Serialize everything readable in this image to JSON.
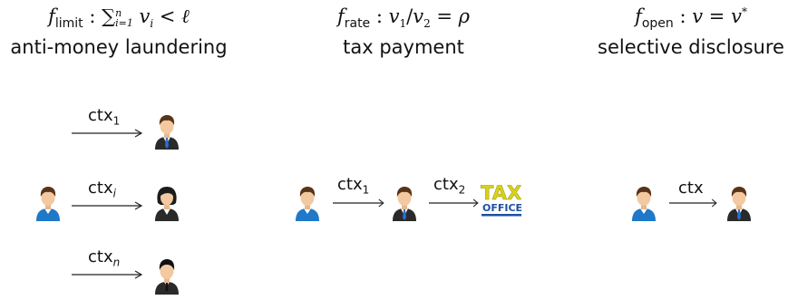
{
  "panels": {
    "limit": {
      "formula_sub": "limit",
      "formula_sum_upper": "n",
      "formula_sum_lower": "i=1",
      "caption": "anti-money laundering",
      "edges": [
        {
          "label": "ctx",
          "sub": "1"
        },
        {
          "label": "ctx",
          "sub": "i"
        },
        {
          "label": "ctx",
          "sub": "n"
        }
      ]
    },
    "rate": {
      "formula_sub": "rate",
      "caption": "tax payment",
      "edges": [
        {
          "label": "ctx",
          "sub": "1"
        },
        {
          "label": "ctx",
          "sub": "2"
        }
      ],
      "logo_line1": "TAX",
      "logo_line2": "OFFICE"
    },
    "open": {
      "formula_sub": "open",
      "caption": "selective disclosure",
      "edges": [
        {
          "label": "ctx"
        }
      ]
    }
  },
  "colors": {
    "shirt_blue": "#1f78c8",
    "suit_dark": "#2a2a2a",
    "tie_blue": "#2b6fd0",
    "hair_brown": "#5a3418",
    "skin": "#f2c9a0",
    "tax_yellow": "#d8d21a",
    "tax_blue": "#1d4fa0"
  },
  "icons": [
    "user-blue-shirt-icon",
    "user-suit-tie-icon",
    "user-woman-icon",
    "user-suit-dark-icon",
    "tax-office-logo"
  ]
}
